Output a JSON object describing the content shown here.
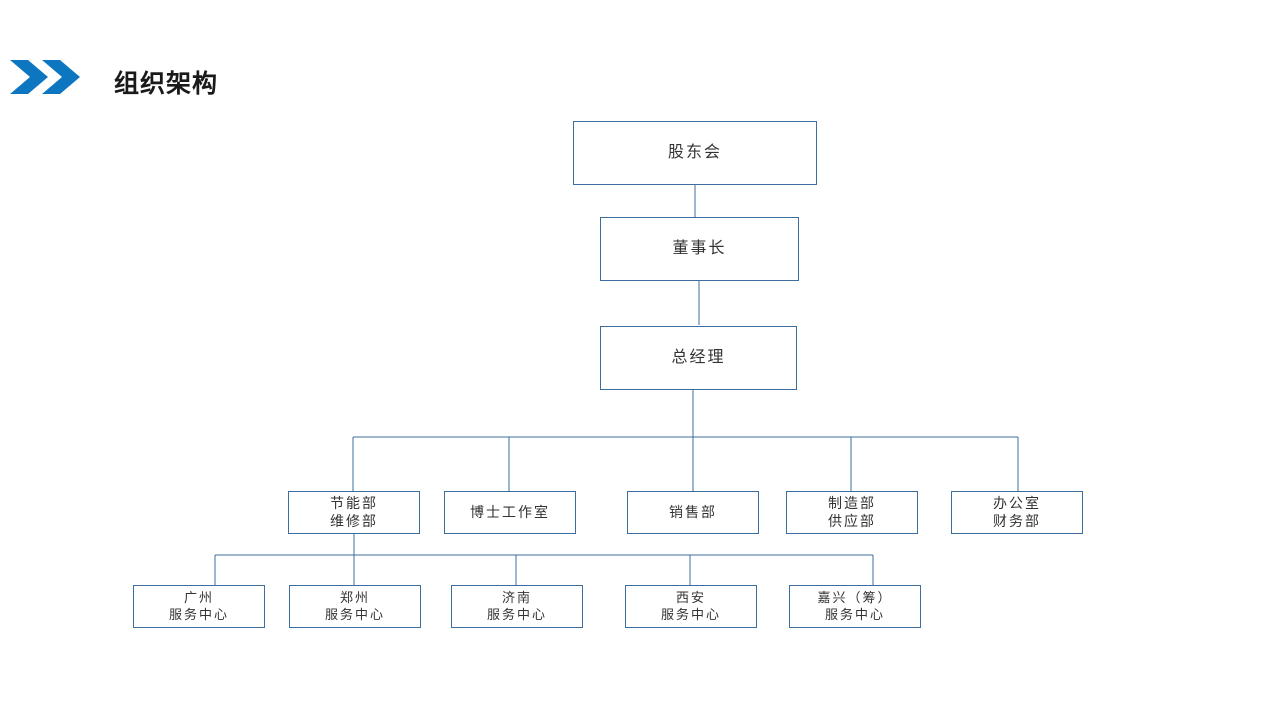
{
  "header": {
    "title": "组织架构",
    "chevron_icon": "double-chevron-right-icon",
    "accent_color": "#0c77c0",
    "title_color": "#1a1a1a"
  },
  "chart_data": {
    "type": "diagram",
    "diagram_kind": "organization-chart",
    "title": "组织架构",
    "box_border_color": "#3d6d9e",
    "connector_color": "#3d6d9e",
    "background_color": "#ffffff",
    "levels": [
      {
        "level": 1,
        "nodes": [
          {
            "id": "shareholders",
            "lines": [
              "股东会"
            ]
          }
        ]
      },
      {
        "level": 2,
        "nodes": [
          {
            "id": "chairman",
            "lines": [
              "董事长"
            ]
          }
        ]
      },
      {
        "level": 3,
        "nodes": [
          {
            "id": "general-manager",
            "lines": [
              "总经理"
            ]
          }
        ]
      },
      {
        "level": 4,
        "nodes": [
          {
            "id": "dept-energy",
            "lines": [
              "节能部",
              "维修部"
            ]
          },
          {
            "id": "dept-doctor-studio",
            "lines": [
              "博士工作室"
            ]
          },
          {
            "id": "dept-sales",
            "lines": [
              "销售部"
            ]
          },
          {
            "id": "dept-manufacturing",
            "lines": [
              "制造部",
              "供应部"
            ]
          },
          {
            "id": "dept-office",
            "lines": [
              "办公室",
              "财务部"
            ]
          }
        ]
      },
      {
        "level": 5,
        "nodes": [
          {
            "id": "svc-guangzhou",
            "lines": [
              "广州",
              "服务中心"
            ]
          },
          {
            "id": "svc-zhengzhou",
            "lines": [
              "郑州",
              "服务中心"
            ]
          },
          {
            "id": "svc-jinan",
            "lines": [
              "济南",
              "服务中心"
            ]
          },
          {
            "id": "svc-xian",
            "lines": [
              "西安",
              "服务中心"
            ]
          },
          {
            "id": "svc-jiaxing",
            "lines": [
              "嘉兴（筹）",
              "服务中心"
            ]
          }
        ]
      }
    ],
    "edges": [
      {
        "from": "shareholders",
        "to": "chairman"
      },
      {
        "from": "chairman",
        "to": "general-manager"
      },
      {
        "from": "general-manager",
        "to": "dept-energy"
      },
      {
        "from": "general-manager",
        "to": "dept-doctor-studio"
      },
      {
        "from": "general-manager",
        "to": "dept-sales"
      },
      {
        "from": "general-manager",
        "to": "dept-manufacturing"
      },
      {
        "from": "general-manager",
        "to": "dept-office"
      },
      {
        "from": "dept-energy",
        "to": "svc-guangzhou"
      },
      {
        "from": "dept-energy",
        "to": "svc-zhengzhou"
      },
      {
        "from": "dept-energy",
        "to": "svc-jinan"
      },
      {
        "from": "dept-energy",
        "to": "svc-xian"
      },
      {
        "from": "dept-energy",
        "to": "svc-jiaxing"
      }
    ]
  },
  "nodes": {
    "shareholders": {
      "l1": "股东会"
    },
    "chairman": {
      "l1": "董事长"
    },
    "general_manager": {
      "l1": "总经理"
    },
    "dept_energy": {
      "l1": "节能部",
      "l2": "维修部"
    },
    "dept_doctor_studio": {
      "l1": "博士工作室"
    },
    "dept_sales": {
      "l1": "销售部"
    },
    "dept_manufacturing": {
      "l1": "制造部",
      "l2": "供应部"
    },
    "dept_office": {
      "l1": "办公室",
      "l2": "财务部"
    },
    "svc_guangzhou": {
      "l1": "广州",
      "l2": "服务中心"
    },
    "svc_zhengzhou": {
      "l1": "郑州",
      "l2": "服务中心"
    },
    "svc_jinan": {
      "l1": "济南",
      "l2": "服务中心"
    },
    "svc_xian": {
      "l1": "西安",
      "l2": "服务中心"
    },
    "svc_jiaxing": {
      "l1": "嘉兴（筹）",
      "l2": "服务中心"
    }
  }
}
